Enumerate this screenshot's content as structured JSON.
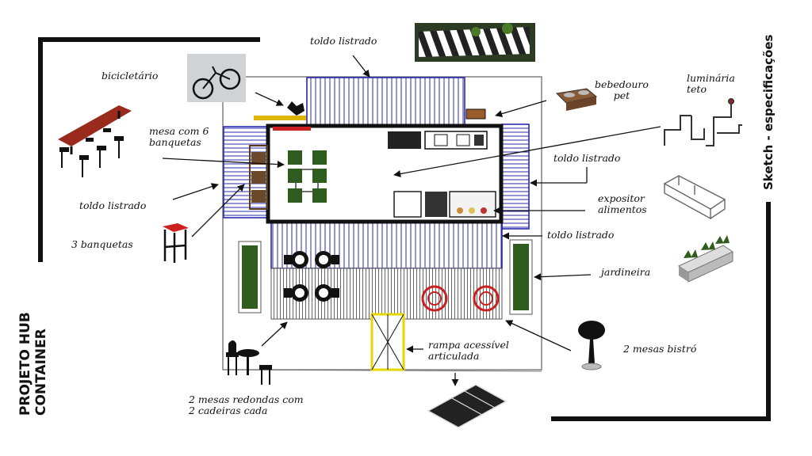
{
  "project_title": [
    "PROJETO HUB",
    "CONTAINER"
  ],
  "sheet_title": "Sketch - especificações",
  "labels": {
    "toldo_top": "toldo listrado",
    "bicicletario": "bicicletário",
    "bebedouro": [
      "bebedouro",
      "pet"
    ],
    "luminaria": [
      "luminária",
      "teto"
    ],
    "mesa6": [
      "mesa com 6",
      "banquetas"
    ],
    "toldo_left": "toldo listrado",
    "toldo_right": "toldo listrado",
    "expositor": [
      "expositor",
      "alimentos"
    ],
    "banquetas3": "3 banquetas",
    "toldo_bottom": "toldo listrado",
    "jardineira": "jardineira",
    "rampa": [
      "rampa acessível",
      "articulada"
    ],
    "mesas_bistro": "2 mesas bistró",
    "mesas_redondas": [
      "2 mesas redondas com",
      "2 cadeiras cada"
    ]
  },
  "colors": {
    "awning_blue": "#2a2ab0",
    "container_black": "#111111",
    "planter_green": "#2f5d1e",
    "stool_red": "#cc1f1f",
    "table_red": "#9a2b1c",
    "ramp_yellow": "#e6d800"
  }
}
